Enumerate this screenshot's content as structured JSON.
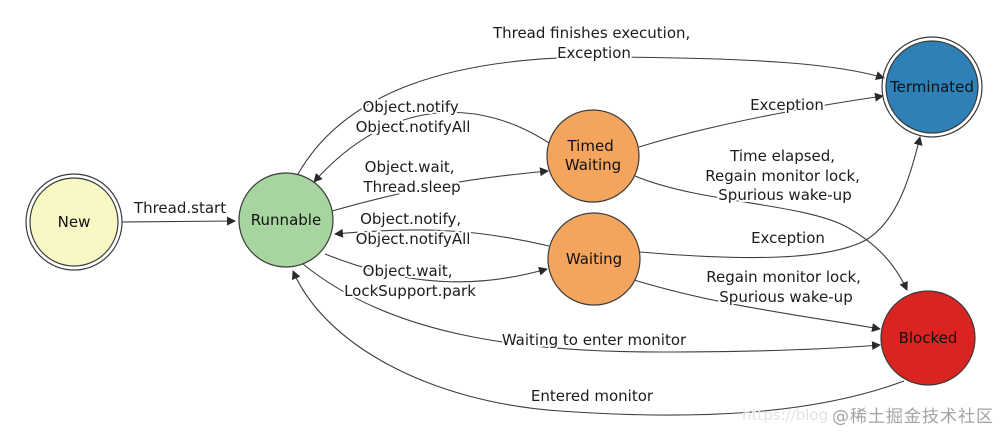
{
  "diagram": {
    "nodes": {
      "new": {
        "label": "New",
        "color": "#f8f8c4"
      },
      "runnable": {
        "label": "Runnable",
        "color": "#a7d5a0"
      },
      "timed_waiting": {
        "line1": "Timed",
        "line2": "Waiting",
        "color": "#f3a55e"
      },
      "waiting": {
        "label": "Waiting",
        "color": "#f3a55e"
      },
      "terminated": {
        "label": "Terminated",
        "color": "#2f80b7"
      },
      "blocked": {
        "label": "Blocked",
        "color": "#d92421"
      }
    },
    "edges": {
      "thread_start": {
        "label": "Thread.start"
      },
      "finish": {
        "line1": "Thread finishes execution,",
        "line2": "Exception"
      },
      "notify_from_timed": {
        "line1": "Object.notify",
        "line2": "Object.notifyAll"
      },
      "wait_sleep": {
        "line1": "Object.wait,",
        "line2": "Thread.sleep"
      },
      "notify_from_waiting": {
        "line1": "Object.notify,",
        "line2": "Object.notifyAll"
      },
      "wait_park": {
        "line1": "Object.wait,",
        "line2": "LockSupport.park"
      },
      "exception_timed": {
        "label": "Exception"
      },
      "time_elapsed": {
        "line1": "Time elapsed,",
        "line2": "Regain monitor lock,",
        "line3": "Spurious wake-up"
      },
      "exception_waiting": {
        "label": "Exception"
      },
      "regain_monitor": {
        "line1": "Regain monitor lock,",
        "line2": "Spurious wake-up"
      },
      "waiting_to_enter": {
        "label": "Waiting to enter monitor"
      },
      "entered_monitor": {
        "label": "Entered monitor"
      }
    }
  },
  "watermark": {
    "text": "@稀土掘金技术社区",
    "faint_url": "https://blog"
  }
}
